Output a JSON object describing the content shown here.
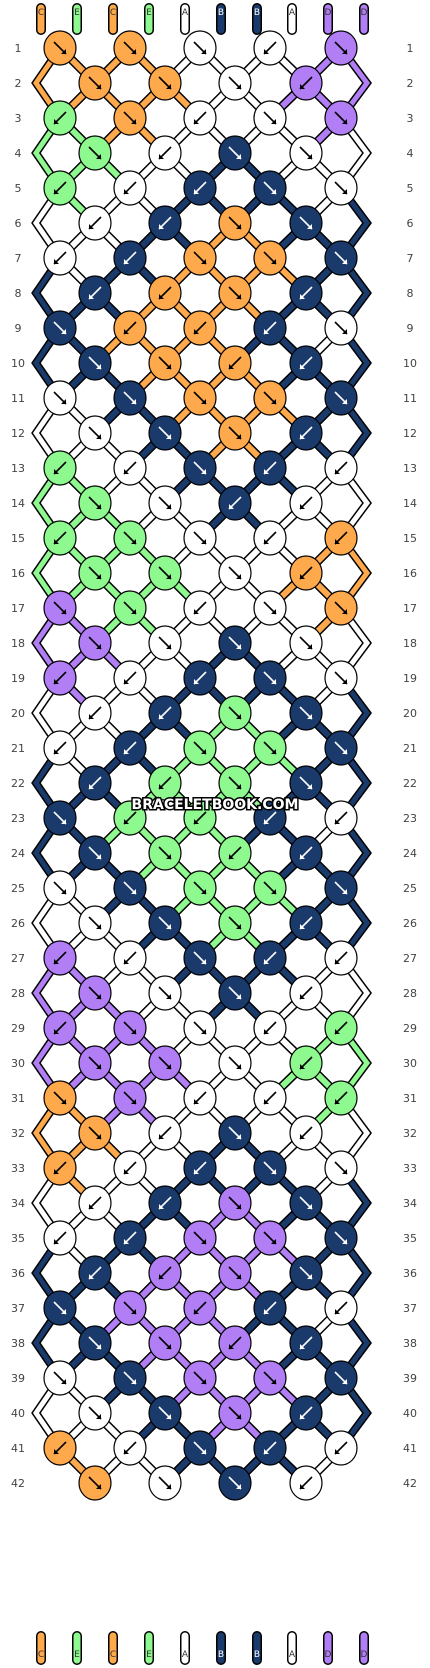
{
  "colors": {
    "C": "#ffa94d",
    "E": "#8ef98e",
    "A": "#ffffff",
    "B": "#1a3a6b",
    "D": "#b27ef5"
  },
  "strings_top": [
    "C",
    "E",
    "C",
    "E",
    "A",
    "B",
    "B",
    "A",
    "D",
    "D"
  ],
  "strings_bottom": [
    "C",
    "E",
    "C",
    "E",
    "A",
    "B",
    "B",
    "A",
    "D",
    "D"
  ],
  "row_labels": [
    "1",
    "2",
    "3",
    "4",
    "5",
    "6",
    "7",
    "8",
    "9",
    "10",
    "11",
    "12",
    "13",
    "14",
    "15",
    "16",
    "17",
    "18",
    "19",
    "20",
    "21",
    "22",
    "23",
    "24",
    "25",
    "26",
    "27",
    "28",
    "29",
    "30",
    "31",
    "32",
    "33",
    "34",
    "35",
    "36",
    "37",
    "38",
    "39",
    "40",
    "41",
    "42"
  ],
  "watermark": "BRACELETBOOK.COM",
  "knots": [
    [
      "C:se",
      "C:se",
      "A:se",
      "A:sw",
      "D:se"
    ],
    [
      "C:se",
      "C:se",
      "A:se",
      "D:sw"
    ],
    [
      "E:sw",
      "C:se",
      "A:sw",
      "A:se",
      "D:se"
    ],
    [
      "E:se",
      "A:sw",
      "B:se",
      "A:se"
    ],
    [
      "E:sw",
      "A:sw",
      "B:sw",
      "B:se",
      "A:se"
    ],
    [
      "A:sw",
      "B:sw",
      "C:se",
      "B:se"
    ],
    [
      "A:sw",
      "B:sw",
      "C:se",
      "C:se",
      "B:se"
    ],
    [
      "B:sw",
      "C:sw",
      "C:se",
      "B:sw"
    ],
    [
      "B:se",
      "C:sw",
      "C:sw",
      "B:sw",
      "A:se"
    ],
    [
      "B:se",
      "C:se",
      "C:sw",
      "B:sw"
    ],
    [
      "A:se",
      "B:se",
      "C:se",
      "C:se",
      "B:se"
    ],
    [
      "A:se",
      "B:se",
      "C:se",
      "B:sw"
    ],
    [
      "E:sw",
      "A:sw",
      "B:se",
      "B:sw",
      "A:sw"
    ],
    [
      "E:se",
      "A:se",
      "B:sw",
      "A:sw"
    ],
    [
      "E:sw",
      "E:se",
      "A:se",
      "A:sw",
      "C:sw"
    ],
    [
      "E:se",
      "E:se",
      "A:se",
      "C:sw"
    ],
    [
      "D:se",
      "E:se",
      "A:sw",
      "A:se",
      "C:se"
    ],
    [
      "D:se",
      "A:se",
      "B:se",
      "A:se"
    ],
    [
      "D:sw",
      "A:sw",
      "B:sw",
      "B:se",
      "A:se"
    ],
    [
      "A:sw",
      "B:sw",
      "E:se",
      "B:se"
    ],
    [
      "A:sw",
      "B:sw",
      "E:se",
      "E:se",
      "B:se"
    ],
    [
      "B:sw",
      "E:sw",
      "E:se",
      "B:se"
    ],
    [
      "B:se",
      "E:sw",
      "E:sw",
      "B:sw",
      "A:sw"
    ],
    [
      "B:se",
      "E:se",
      "E:sw",
      "B:sw"
    ],
    [
      "A:se",
      "B:se",
      "E:se",
      "E:se",
      "B:se"
    ],
    [
      "A:se",
      "B:se",
      "E:se",
      "B:sw"
    ],
    [
      "D:sw",
      "A:sw",
      "B:se",
      "B:sw",
      "A:sw"
    ],
    [
      "D:se",
      "A:se",
      "B:se",
      "A:sw"
    ],
    [
      "D:sw",
      "D:se",
      "A:se",
      "A:sw",
      "E:sw"
    ],
    [
      "D:se",
      "D:se",
      "A:se",
      "E:sw"
    ],
    [
      "C:se",
      "D:se",
      "A:sw",
      "A:sw",
      "E:sw"
    ],
    [
      "C:se",
      "A:sw",
      "B:se",
      "A:sw"
    ],
    [
      "C:sw",
      "A:sw",
      "B:sw",
      "B:se",
      "A:se"
    ],
    [
      "A:sw",
      "B:sw",
      "D:se",
      "B:se"
    ],
    [
      "A:sw",
      "B:sw",
      "D:se",
      "D:se",
      "B:se"
    ],
    [
      "B:sw",
      "D:sw",
      "D:se",
      "B:se"
    ],
    [
      "B:se",
      "D:se",
      "D:sw",
      "B:sw",
      "A:sw"
    ],
    [
      "B:se",
      "D:se",
      "D:sw",
      "B:sw"
    ],
    [
      "A:se",
      "B:se",
      "D:se",
      "D:se",
      "B:se"
    ],
    [
      "A:se",
      "B:se",
      "D:se",
      "B:sw"
    ],
    [
      "C:sw",
      "A:sw",
      "B:se",
      "B:sw",
      "A:sw"
    ],
    [
      "C:se",
      "A:se",
      "B:se",
      "A:sw"
    ]
  ]
}
